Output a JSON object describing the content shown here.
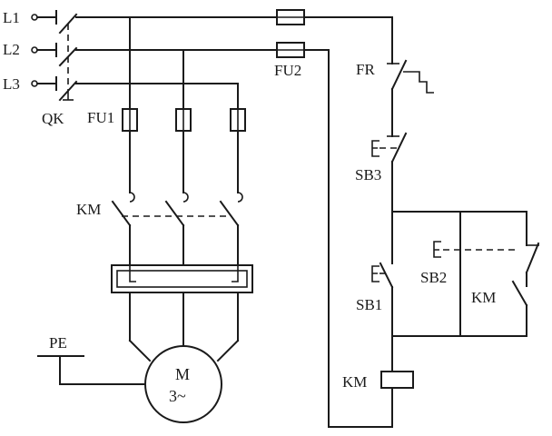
{
  "labels": {
    "l1": "L1",
    "l2": "L2",
    "l3": "L3",
    "qk": "QK",
    "fu1": "FU1",
    "fu2": "FU2",
    "km_main": "KM",
    "km_coil": "KM",
    "km_aux": "KM",
    "fr": "FR",
    "sb1": "SB1",
    "sb2": "SB2",
    "sb3": "SB3",
    "pe": "PE",
    "motor_m": "M",
    "motor_phase": "3~"
  }
}
